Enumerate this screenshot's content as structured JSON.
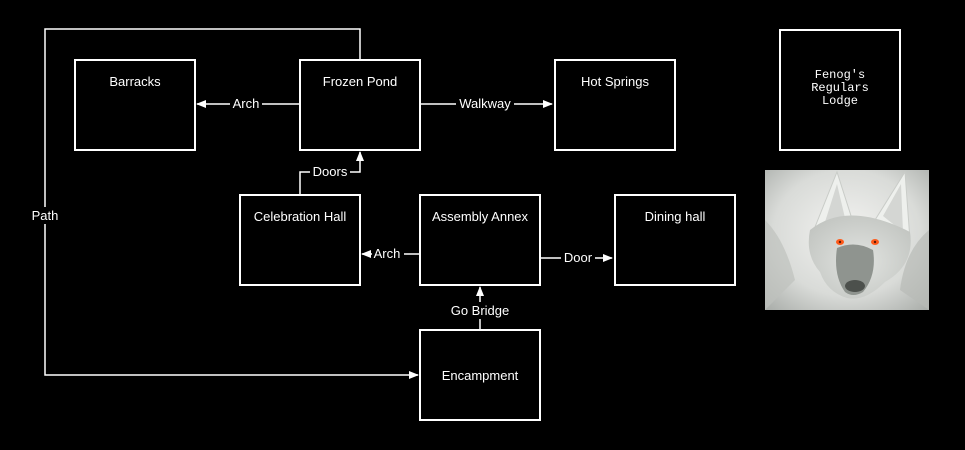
{
  "rooms": {
    "barracks": "Barracks",
    "frozen_pond": "Frozen Pond",
    "hot_springs": "Hot Springs",
    "celebration_hall": "Celebration Hall",
    "assembly_annex": "Assembly Annex",
    "dining_hall": "Dining hall",
    "encampment": "Encampment",
    "lodge": [
      "Fenog's",
      "Regulars",
      "Lodge"
    ]
  },
  "connections": {
    "arch_barracks": "Arch",
    "walkway": "Walkway",
    "doors": "Doors",
    "arch_celebration": "Arch",
    "door_dining": "Door",
    "go_bridge": "Go Bridge",
    "path": "Path"
  },
  "colors": {
    "background": "#000000",
    "lines": "#ffffff",
    "wolf_eyes": "#ff5a1a"
  },
  "image": {
    "icon": "white-wolf-portrait"
  }
}
